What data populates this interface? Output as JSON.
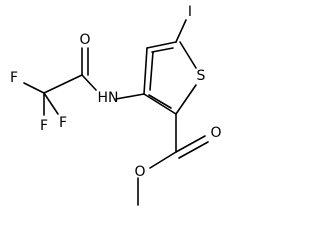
{
  "molecule": {
    "atoms": {
      "iodine": "I",
      "sulfur": "S",
      "amide_nh": "HN",
      "amide_o": "O",
      "fluorine_1": "F",
      "fluorine_2": "F",
      "fluorine_3": "F",
      "ester_o_carbonyl": "O",
      "ester_o_ether": "O"
    }
  }
}
